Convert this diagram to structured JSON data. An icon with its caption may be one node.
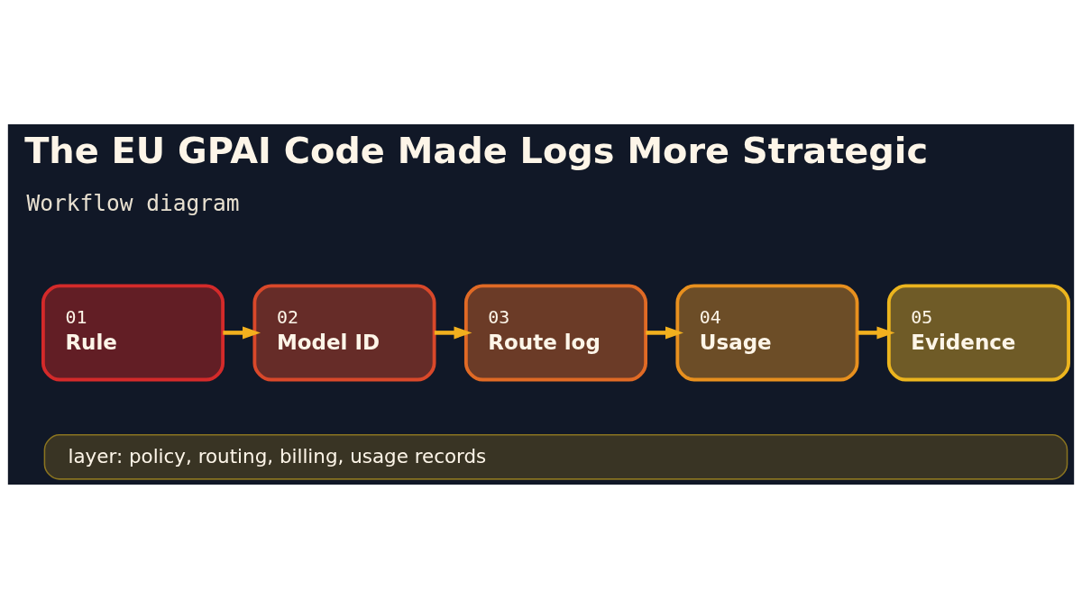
{
  "diagram": {
    "title": "The EU GPAI Code Made Logs More Strategic",
    "nodes": [
      {
        "text": [
          "01",
          "Rule"
        ]
      },
      {
        "text": [
          "02",
          "Model ID"
        ]
      },
      {
        "text": [
          "03",
          "Route log"
        ]
      },
      {
        "text": [
          "04",
          "Usage"
        ]
      },
      {
        "text": [
          "05",
          "Evidence"
        ]
      },
      {
        "text": [
          "layer: policy, routing, billing, usage records"
        ]
      }
    ],
    "edges": [
      {
        "from": 0,
        "to": 1,
        "arrow": "to"
      },
      {
        "from": 1,
        "to": 2,
        "arrow": "to"
      },
      {
        "from": 2,
        "to": 3,
        "arrow": "to"
      },
      {
        "from": 3,
        "to": 4,
        "arrow": "to"
      }
    ],
    "labels": [
      "Workflow diagram"
    ]
  }
}
